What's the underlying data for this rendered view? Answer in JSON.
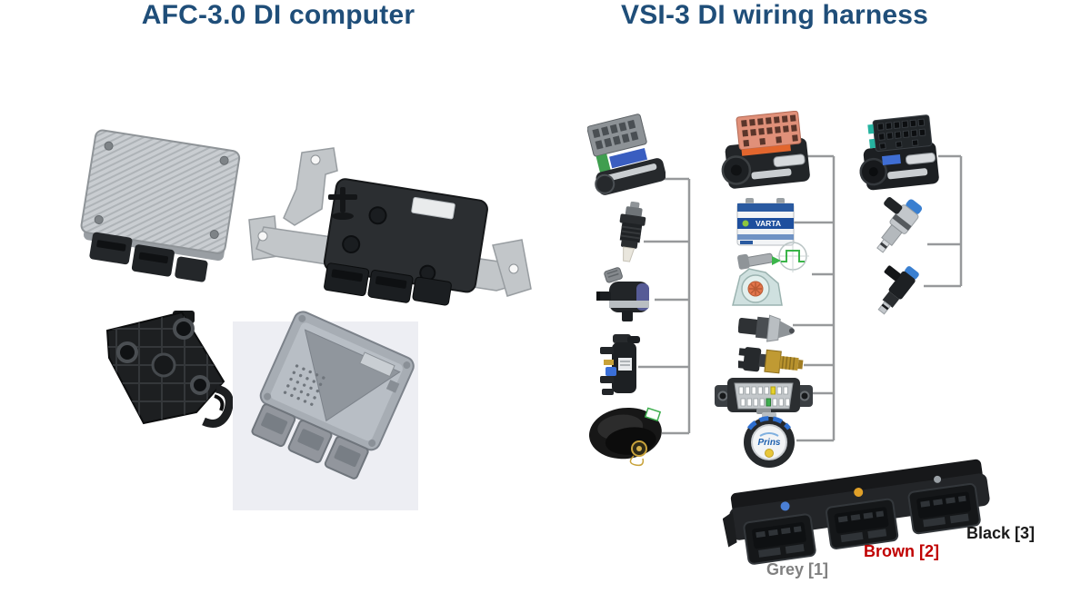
{
  "slide": {
    "left_title": "AFC-3.0 DI computer",
    "right_title": "VSI-3 DI wiring harness"
  },
  "colors": {
    "background": "#ffffff",
    "title_blue": "#1f4e79",
    "connector_line_grey": "#97999b",
    "label_grey": "#808080",
    "label_brown": "#c00000",
    "label_black": "#1a1a1a"
  },
  "left_panel": {
    "photos": [
      {
        "id": "aluminium-afc-ecu"
      },
      {
        "id": "afc-ecu-on-steel-mounting-bracket"
      },
      {
        "id": "plastic-mounting-bracket"
      },
      {
        "id": "afc-ecu-cad-rendering"
      }
    ]
  },
  "right_panel": {
    "battery_brand": "VARTA",
    "switch_brand": "Prins",
    "branches": [
      {
        "connector": "Grey [1]",
        "label_color": "#808080",
        "items": [
          "grey-ecu-connector",
          "gas-temperature-sensor",
          "gas-filter-unit",
          "pressure-regulator-unit",
          "toroidal-lpg-tank"
        ]
      },
      {
        "connector": "Brown [2]",
        "label_color": "#c00000",
        "items": [
          "brown-ecu-connector",
          "varta-battery",
          "fuel-injection-diagram",
          "fuel-pressure-sensor",
          "coolant-temperature-sensor",
          "obd-diagnostic-connector",
          "prins-fuel-selector-switch"
        ]
      },
      {
        "connector": "Black [3]",
        "label_color": "#1a1a1a",
        "items": [
          "black-ecu-connector",
          "di-fuel-injector",
          "port-fuel-injector"
        ]
      }
    ]
  }
}
